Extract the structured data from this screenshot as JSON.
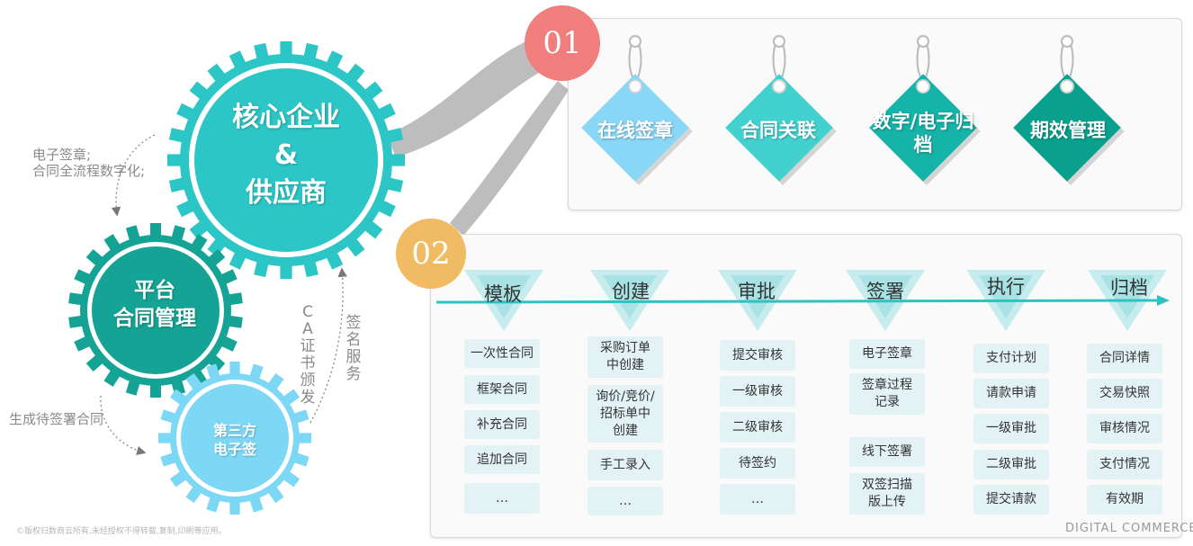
{
  "gears": {
    "core": {
      "line1": "核心企业",
      "line2": "&",
      "line3": "供应商",
      "color": "#2cc6c6"
    },
    "platform": {
      "line1": "平台",
      "line2": "合同管理",
      "color": "#14a394"
    },
    "third": {
      "line1": "第三方",
      "line2": "电子签",
      "color": "#7dd8f5"
    }
  },
  "annotations": {
    "core_to_platform": {
      "line1": "电子签章;",
      "line2": "合同全流程数字化;"
    },
    "platform_to_third": "生成待签署合同",
    "ca_vertical": "CA证书颁发",
    "sign_service_vertical": "签名服务"
  },
  "badges": [
    {
      "label": "01",
      "color": "#f07e7c"
    },
    {
      "label": "02",
      "color": "#f0bb63"
    }
  ],
  "features": [
    {
      "label": "在线签章",
      "color": "#89d7f6"
    },
    {
      "label": "合同关联",
      "color": "#43d1cf"
    },
    {
      "label": "数字/电子归档",
      "color": "#16b3a8"
    },
    {
      "label": "期效管理",
      "color": "#0aa08e"
    }
  ],
  "stages": [
    {
      "name": "模板",
      "items": [
        "一次性合同",
        "框架合同",
        "补充合同",
        "追加合同",
        "…"
      ]
    },
    {
      "name": "创建",
      "items": [
        "采购订单中创建",
        "询价/竞价/招标单中创建",
        "手工录入",
        "…"
      ]
    },
    {
      "name": "审批",
      "items": [
        "提交审核",
        "一级审核",
        "二级审核",
        "待签约",
        "…"
      ]
    },
    {
      "name": "签署",
      "items": [
        "电子签章",
        "签章过程记录",
        "线下签署",
        "双签扫描版上传"
      ]
    },
    {
      "name": "执行",
      "items": [
        "支付计划",
        "请款申请",
        "一级审批",
        "二级审批",
        "提交请款"
      ]
    },
    {
      "name": "归档",
      "items": [
        "合同详情",
        "交易快照",
        "审核情况",
        "支付情况",
        "有效期"
      ]
    }
  ],
  "footer": {
    "copyright": "©版权归数商云所有,未经授权不得转载,复制,印刷等应用。",
    "brand": "DIGITAL COMMERCE CI"
  }
}
